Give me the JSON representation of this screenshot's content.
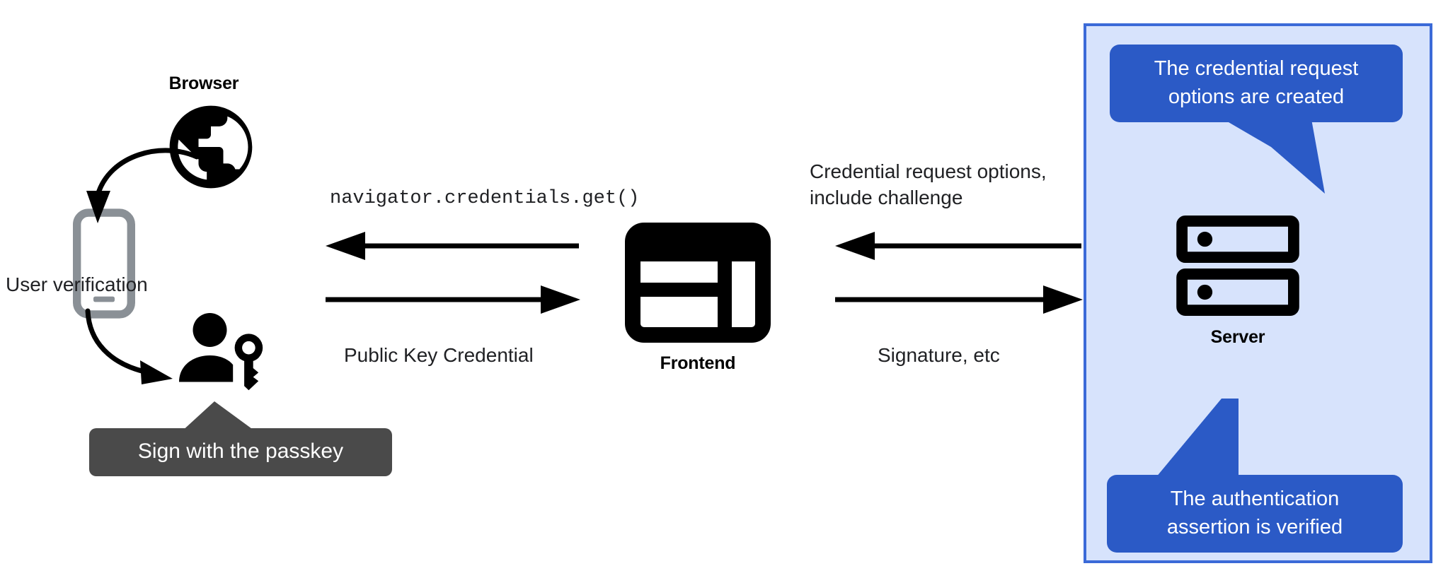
{
  "diagram": {
    "title": "WebAuthn passkey authentication flow",
    "background": "#ffffff"
  },
  "colors": {
    "panel_fill": "#d7e3fc",
    "panel_border": "#3b6ad8",
    "callout_blue": "#2b5ac6",
    "callout_dark": "#4a4a4a",
    "icon_black": "#000000",
    "phone_gray": "#8a9096",
    "text": "#202124"
  },
  "nodes": {
    "browser": {
      "label": "Browser",
      "icon": "globe-icon"
    },
    "phone": {
      "icon": "mobile-phone-icon"
    },
    "user": {
      "icon": "user-with-key-icon"
    },
    "frontend": {
      "label": "Frontend",
      "icon": "web-layout-icon"
    },
    "server": {
      "label": "Server",
      "icon": "server-rack-icon"
    }
  },
  "labels": {
    "user_verification": "User verification",
    "navigator_get": "navigator.credentials.get()",
    "public_key_credential": "Public Key Credential",
    "credential_request_options": "Credential request options,\ninclude challenge",
    "signature_etc": "Signature, etc"
  },
  "callouts": {
    "sign_with_passkey": "Sign with the passkey",
    "options_created": "The credential request\noptions are created",
    "assertion_verified": "The authentication\nassertion is verified"
  },
  "arrows": {
    "browser_to_phone": "curved-arrow-down",
    "phone_to_user": "curved-arrow-down-right",
    "frontend_to_browser": "arrow-left",
    "browser_to_frontend": "arrow-right",
    "server_to_frontend": "arrow-left",
    "frontend_to_server": "arrow-right"
  }
}
